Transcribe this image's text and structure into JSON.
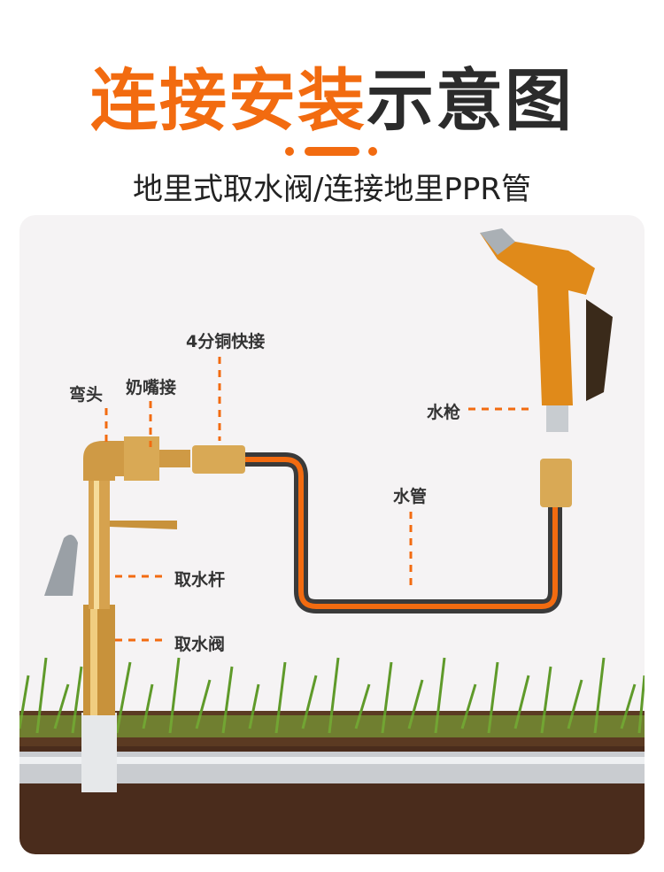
{
  "title": {
    "highlight": "连接安装",
    "rest": "示意图"
  },
  "subtitle": "地里式取水阀/连接地里PPR管",
  "labels": {
    "quick_connector": "4分铜快接",
    "elbow": "弯头",
    "nipple_connector": "奶嘴接",
    "spray_gun": "水枪",
    "hose": "水管",
    "rod": "取水杆",
    "valve": "取水阀"
  },
  "colors": {
    "accent": "#f26b10",
    "text": "#2b2b2b",
    "brass": "#d4a24a"
  }
}
